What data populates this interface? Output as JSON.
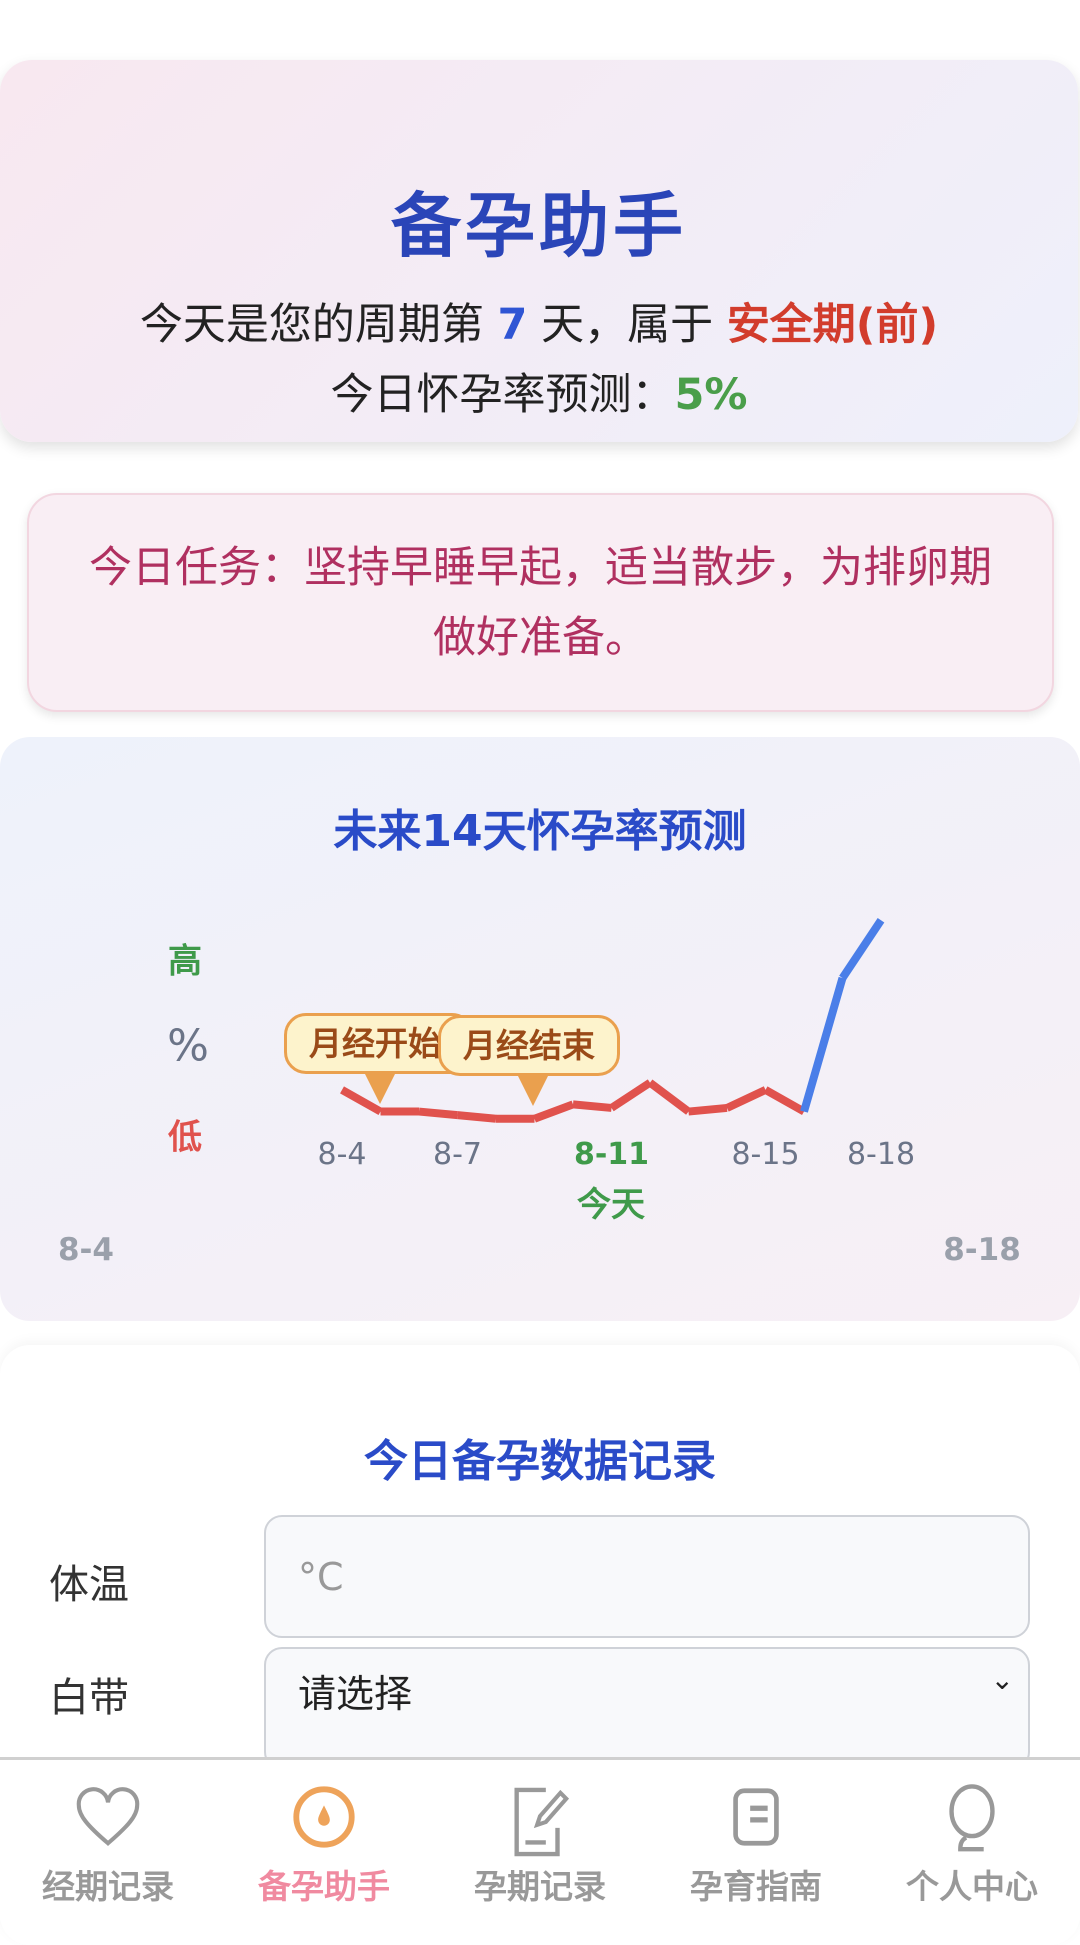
{
  "header": {
    "title": "备孕助手",
    "line1_prefix": "今天是您的周期第 ",
    "cycle_day": "7",
    "line1_mid": " 天，属于 ",
    "phase": "安全期(前)",
    "line2_prefix": "今日怀孕率预测：",
    "rate": "5%"
  },
  "task": {
    "text": "今日任务：坚持早睡早起，适当散步，为排卵期做好准备。"
  },
  "chart_data": {
    "type": "line",
    "title": "未来14天怀孕率预测",
    "y_labels": {
      "high": "高",
      "unit": "%",
      "low": "低"
    },
    "x": [
      "8-4",
      "8-5",
      "8-6",
      "8-7",
      "8-8",
      "8-9",
      "8-10",
      "8-11",
      "8-12",
      "8-13",
      "8-14",
      "8-15",
      "8-16",
      "8-17",
      "8-18"
    ],
    "values": [
      10,
      4,
      4,
      3,
      2,
      2,
      6,
      5,
      12,
      4,
      5,
      10,
      4,
      41,
      57
    ],
    "tick_labels": [
      "8-4",
      "8-7",
      "8-11",
      "8-15",
      "8-18"
    ],
    "today_label": "今天",
    "today": "8-11",
    "range_start": "8-4",
    "range_end": "8-18",
    "annotations": [
      {
        "x": "8-5",
        "text": "月经开始"
      },
      {
        "x": "8-9",
        "text": "月经结束"
      }
    ],
    "colors": {
      "low": "#e0524d",
      "rising": "#4a7ee8",
      "today": "#3f9a4a"
    }
  },
  "record": {
    "title": "今日备孕数据记录",
    "temp_label": "体温",
    "temp_placeholder": "°C",
    "discharge_label": "白带",
    "discharge_value": "请选择"
  },
  "nav": [
    {
      "label": "经期记录",
      "icon": "heart-icon"
    },
    {
      "label": "备孕助手",
      "icon": "target-icon",
      "active": true
    },
    {
      "label": "孕期记录",
      "icon": "edit-icon"
    },
    {
      "label": "孕育指南",
      "icon": "notebook-icon"
    },
    {
      "label": "个人中心",
      "icon": "user-icon"
    }
  ]
}
